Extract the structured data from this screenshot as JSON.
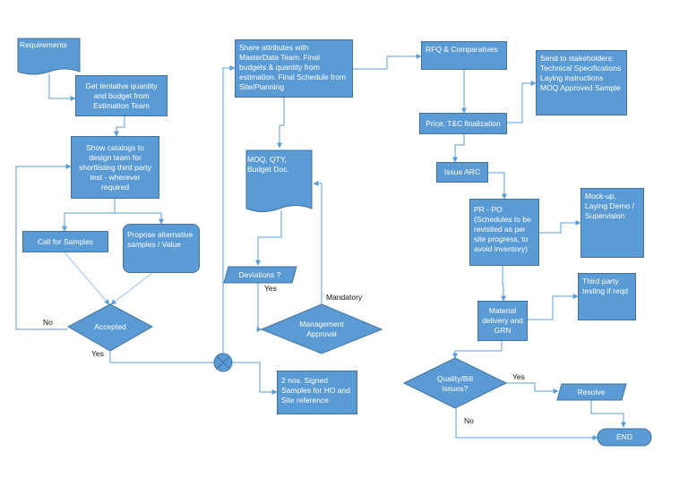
{
  "nodes": {
    "requirements": "Requirements",
    "get_tentative": "Get tentative quantity and budget from Estimation Team",
    "show_catalogs": "Show catalogs to design team for shortlisting third party test - wherever required",
    "call_samples": "Call for Samples",
    "propose_alt": "Propose alternative samples / Value",
    "accepted": "Accepted",
    "share_attributes": "Share attributes with MasterData Team. Final budgets & quantity from estimation. Final Schedule from Site/Planning",
    "moq_doc": "MOQ, QTY, Budget Doc.",
    "deviations": "Deviations ?",
    "mgmt_approval": "Management Approval",
    "signed_samples": "2 nos. Signed Samples for HO and Site reference",
    "rfq": "RFQ & Comparatives",
    "send_stakeholders": "Send to stakeholders: Technical Specifications Laying instructions MOQ Approved Sample",
    "price_finalization": "Price, T&C finalization",
    "issue_arc": "Issue ARC",
    "pr_po": "PR - PO (Schedules to be revisited as per site progress, to avoid inventory)",
    "mockup": "Mock-up, Laying Demo / Supervision",
    "material_delivery": "Material delivery and GRN",
    "third_party": "Third party testing if reqd",
    "quality_issues": "Quality/Bill issues?",
    "resolve": "Resolve",
    "end": "END"
  },
  "edge_labels": {
    "no_accepted": "No",
    "yes_accepted": "Yes",
    "yes_deviation": "Yes",
    "mandatory": "Mandatory",
    "yes_quality": "Yes",
    "no_quality": "No"
  },
  "colors": {
    "fill": "#5b9bd5",
    "stroke": "#41719c",
    "text": "#ffffff",
    "line": "#5b9bd5"
  }
}
